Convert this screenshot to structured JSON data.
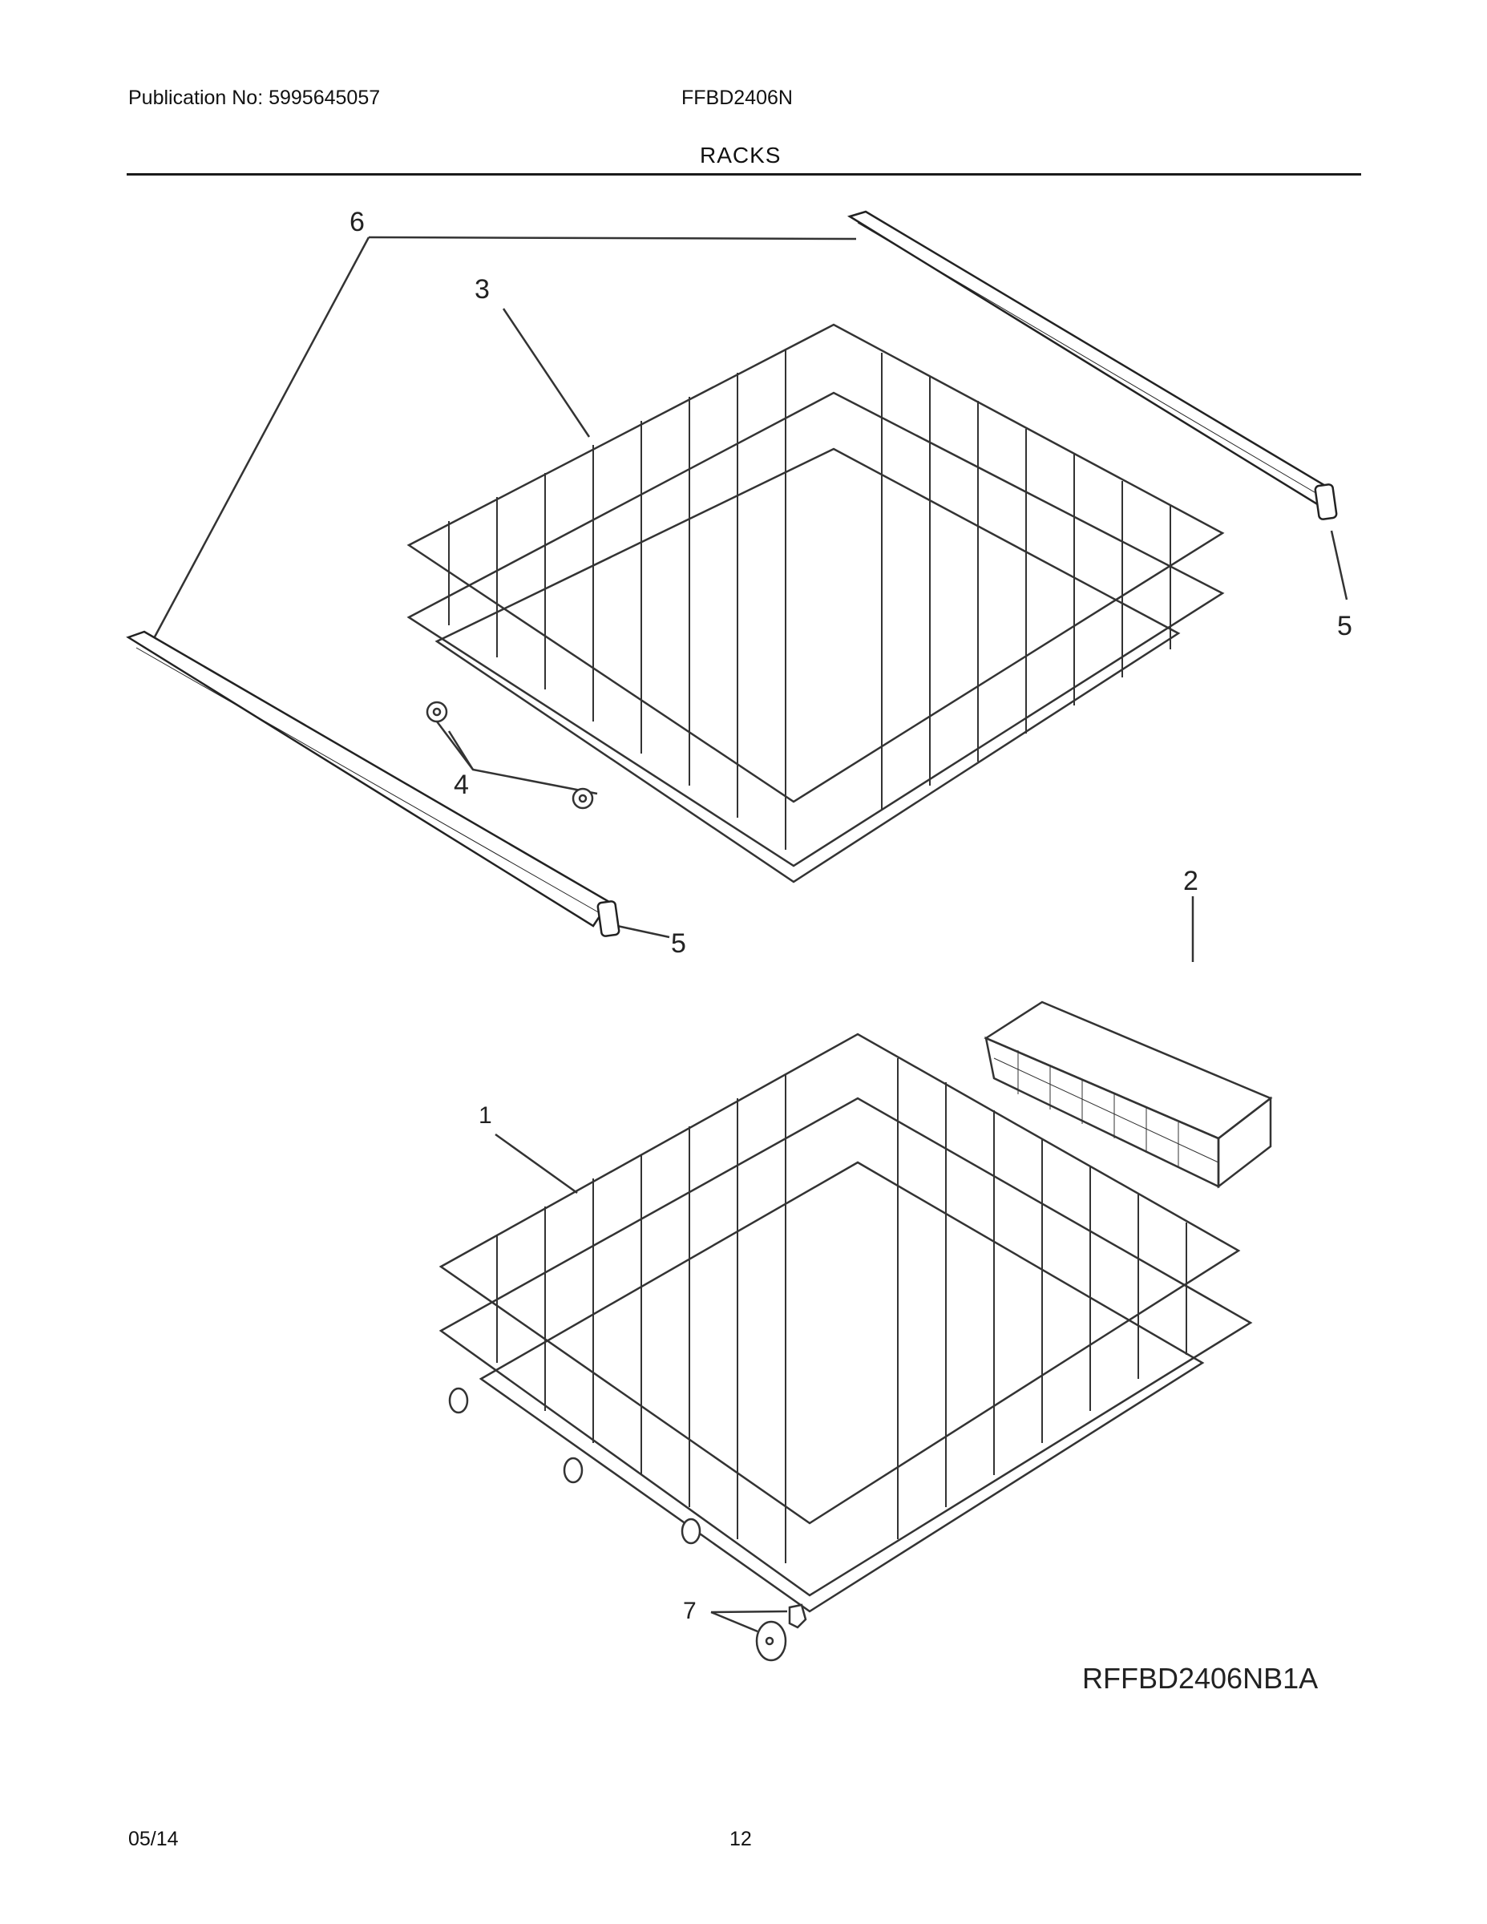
{
  "header": {
    "publication": "Publication No: 5995645057",
    "model": "FFBD2406N",
    "section_title": "RACKS"
  },
  "diagram": {
    "code": "RFFBD2406NB1A",
    "callouts": [
      {
        "id": "c6",
        "label": "6",
        "part": "rack rail (pair)"
      },
      {
        "id": "c3",
        "label": "3",
        "part": "upper rack"
      },
      {
        "id": "c4",
        "label": "4",
        "part": "upper rack roller/stud (pair)"
      },
      {
        "id": "c5a",
        "label": "5",
        "part": "rail end cap (rear)"
      },
      {
        "id": "c5b",
        "label": "5",
        "part": "rail end cap (front)"
      },
      {
        "id": "c2",
        "label": "2",
        "part": "silverware basket"
      },
      {
        "id": "c1",
        "label": "1",
        "part": "lower rack"
      },
      {
        "id": "c7",
        "label": "7",
        "part": "lower rack wheel and clip"
      }
    ]
  },
  "footer": {
    "date": "05/14",
    "page": "12"
  }
}
